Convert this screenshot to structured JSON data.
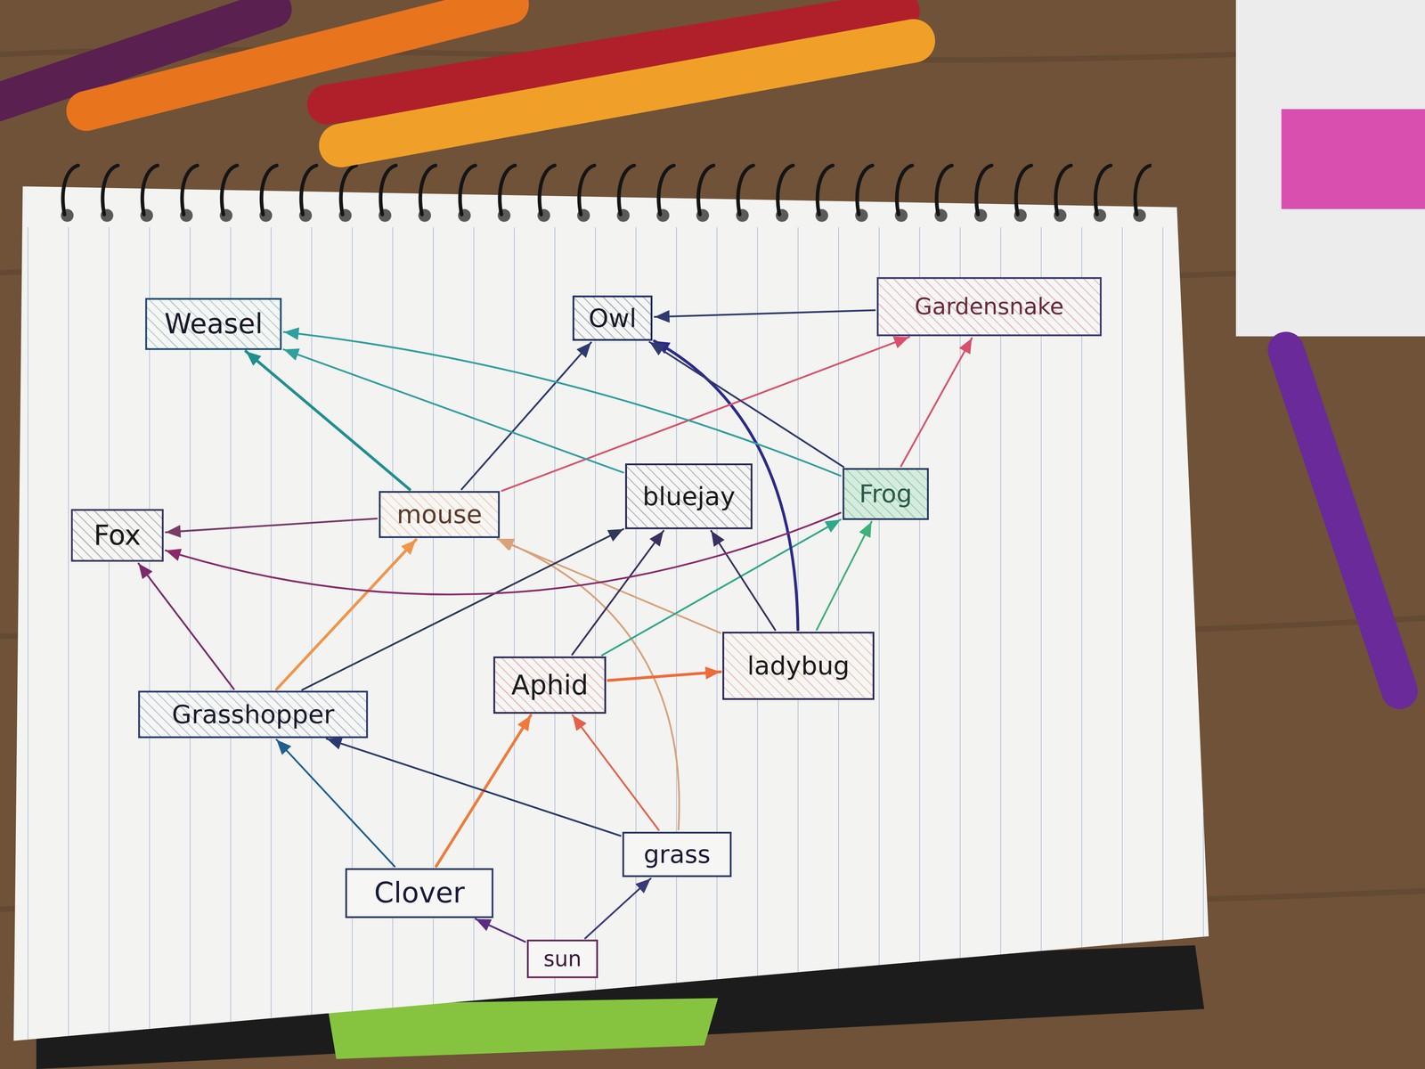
{
  "diagram": {
    "nodes": [
      {
        "text": [
          "Weasel"
        ]
      },
      {
        "text": [
          "Owl"
        ]
      },
      {
        "text": [
          "Gardensnake"
        ]
      },
      {
        "text": [
          "Fox"
        ]
      },
      {
        "text": [
          "mouse"
        ]
      },
      {
        "text": [
          "bluejay"
        ]
      },
      {
        "text": [
          "Frog"
        ]
      },
      {
        "text": [
          "Grasshopper"
        ]
      },
      {
        "text": [
          "Aphid"
        ]
      },
      {
        "text": [
          "ladybug"
        ]
      },
      {
        "text": [
          "Clover"
        ]
      },
      {
        "text": [
          "grass"
        ]
      },
      {
        "text": [
          "sun"
        ]
      }
    ],
    "edges": [
      {
        "from": 12,
        "to": 10,
        "arrow": "to"
      },
      {
        "from": 12,
        "to": 11,
        "arrow": "to"
      },
      {
        "from": 10,
        "to": 7,
        "arrow": "to"
      },
      {
        "from": 10,
        "to": 8,
        "arrow": "to"
      },
      {
        "from": 11,
        "to": 7,
        "arrow": "to"
      },
      {
        "from": 11,
        "to": 8,
        "arrow": "to"
      },
      {
        "from": 11,
        "to": 4,
        "arrow": "to"
      },
      {
        "from": 9,
        "to": 4,
        "arrow": "to"
      },
      {
        "from": 7,
        "to": 4,
        "arrow": "to"
      },
      {
        "from": 7,
        "to": 3,
        "arrow": "to"
      },
      {
        "from": 7,
        "to": 5,
        "arrow": "to"
      },
      {
        "from": 8,
        "to": 5,
        "arrow": "to"
      },
      {
        "from": 8,
        "to": 9,
        "arrow": "to"
      },
      {
        "from": 8,
        "to": 6,
        "arrow": "to"
      },
      {
        "from": 9,
        "to": 5,
        "arrow": "to"
      },
      {
        "from": 9,
        "to": 1,
        "arrow": "to"
      },
      {
        "from": 9,
        "to": 6,
        "arrow": "to"
      },
      {
        "from": 4,
        "to": 0,
        "arrow": "to"
      },
      {
        "from": 4,
        "to": 1,
        "arrow": "to"
      },
      {
        "from": 4,
        "to": 2,
        "arrow": "to"
      },
      {
        "from": 4,
        "to": 3,
        "arrow": "to"
      },
      {
        "from": 5,
        "to": 0,
        "arrow": "to"
      },
      {
        "from": 6,
        "to": 0,
        "arrow": "to"
      },
      {
        "from": 6,
        "to": 1,
        "arrow": "to"
      },
      {
        "from": 6,
        "to": 2,
        "arrow": "to"
      },
      {
        "from": 2,
        "to": 1,
        "arrow": "to"
      },
      {
        "from": 6,
        "to": 3,
        "arrow": "to"
      }
    ]
  }
}
